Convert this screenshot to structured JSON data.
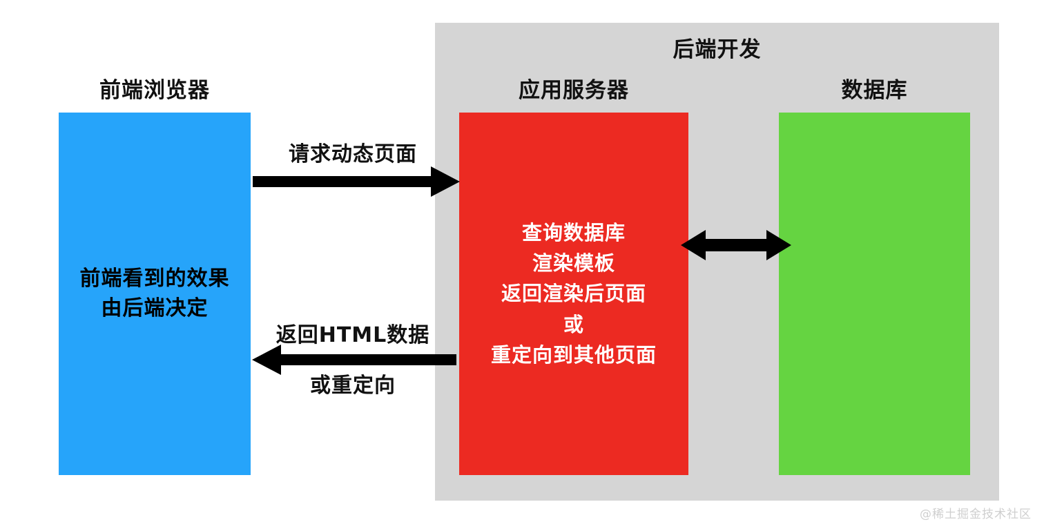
{
  "diagram": {
    "backend_panel": {
      "title": "后端开发",
      "color": "#d5d5d5"
    },
    "nodes": [
      {
        "id": "frontend",
        "caption": "前端浏览器",
        "color": "#26a4fa",
        "text_color": "#000000",
        "lines": [
          "前端看到的效果",
          "由后端决定"
        ]
      },
      {
        "id": "app-server",
        "caption": "应用服务器",
        "color": "#ec2a22",
        "text_color": "#ffffff",
        "lines": [
          "查询数据库",
          "渲染模板",
          "返回渲染后页面",
          "或",
          "重定向到其他页面"
        ]
      },
      {
        "id": "database",
        "caption": "数据库",
        "color": "#65d441",
        "text_color": "#000000",
        "lines": []
      }
    ],
    "arrows": [
      {
        "id": "request",
        "direction": "right",
        "label": "请求动态页面",
        "color": "#000000"
      },
      {
        "id": "response",
        "direction": "left",
        "label_top": "返回HTML数据",
        "label_bottom": "或重定向",
        "color": "#000000"
      },
      {
        "id": "db-link",
        "direction": "both",
        "label": "",
        "color": "#000000"
      }
    ],
    "watermark": "@稀土掘金技术社区"
  }
}
